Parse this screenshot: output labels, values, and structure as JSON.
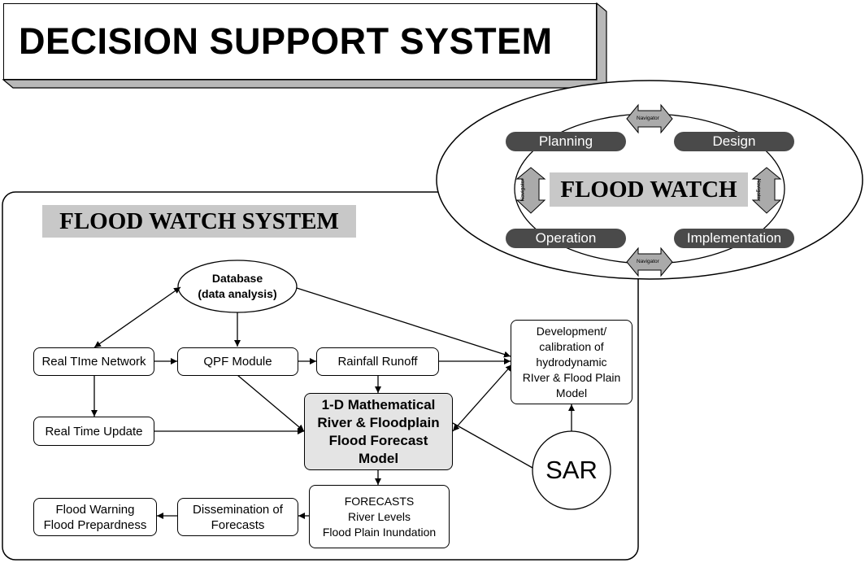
{
  "header": {
    "title": "DECISION SUPPORT SYSTEM"
  },
  "system": {
    "title": "FLOOD WATCH SYSTEM"
  },
  "cycle": {
    "center": "FLOOD WATCH",
    "phases": {
      "planning": "Planning",
      "design": "Design",
      "operation": "Operation",
      "implementation": "Implementation"
    },
    "navigator": "Navigator"
  },
  "nodes": {
    "database": "Database\n(data analysis)",
    "real_time_network": "Real TIme Network",
    "qpf_module": "QPF Module",
    "rainfall_runoff": "Rainfall Runoff",
    "development": "Development/\ncalibration of\nhydrodynamic\nRIver & Flood Plain\nModel",
    "real_time_update": "Real Time Update",
    "model": "1-D Mathematical\nRiver & Floodplain\nFlood Forecast\nModel",
    "sar": "SAR",
    "forecasts": "FORECASTS\nRiver Levels\nFlood Plain Inundation",
    "dissemination": "Dissemination of\nForecasts",
    "warning": "Flood Warning\nFlood Prepardness"
  },
  "colors": {
    "label_fill": "#c8c8c8",
    "pill_fill": "#4a4a4a",
    "arrow_fill": "#aaaaaa",
    "model_fill": "#e4e4e4"
  }
}
